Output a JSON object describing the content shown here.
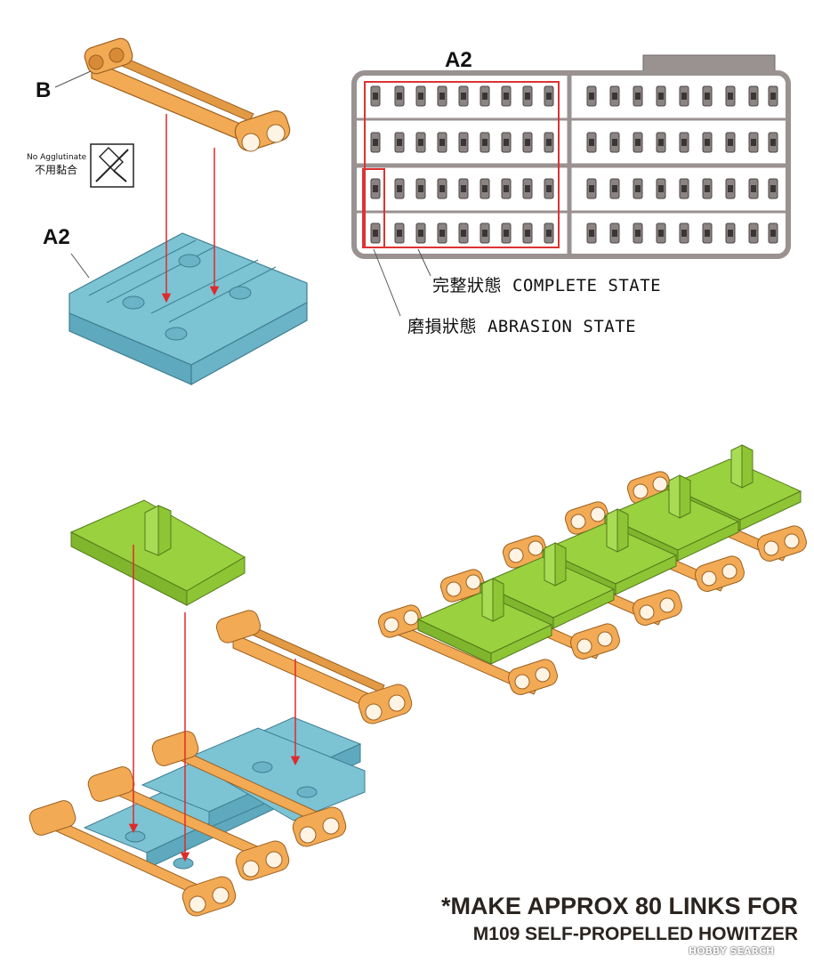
{
  "labels": {
    "part_b": "B",
    "part_a2_top": "A2",
    "part_a2_left": "A2"
  },
  "no_glue": {
    "en": "No Agglutinate",
    "zh": "不用黏合"
  },
  "sprue": {
    "complete_state": "完整狀態 COMPLETE STATE",
    "abrasion_state": "磨損狀態 ABRASION  STATE"
  },
  "note": {
    "line1": "*MAKE APPROX 80 LINKS FOR",
    "line2": "M109 SELF-PROPELLED HOWITZER"
  },
  "watermark": "HOBBY SEARCH",
  "colors": {
    "orange": "#f2aa55",
    "blue": "#7cc3d4",
    "green": "#9ad13e",
    "sprue": "#9a9191",
    "arrow": "#e02a2a"
  },
  "icons": [
    "no-glue-icon"
  ]
}
